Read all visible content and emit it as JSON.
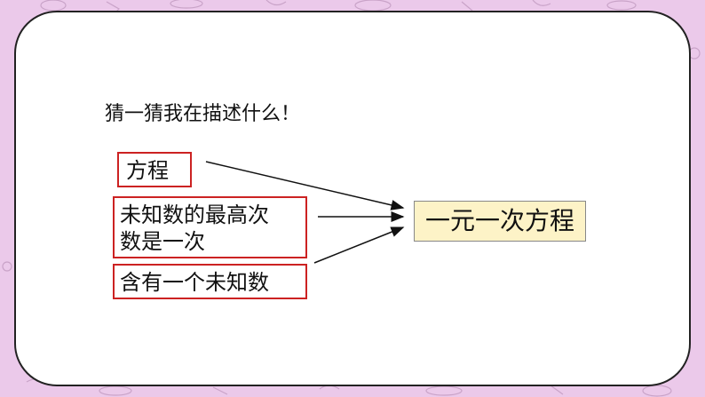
{
  "title": "猜一猜我在描述什么！",
  "clues": {
    "equation": "方程",
    "highest_degree_line1": "未知数的最高次",
    "highest_degree_line2": "数是一次",
    "one_unknown": "含有一个未知数"
  },
  "answer": "一元一次方程",
  "colors": {
    "background": "#ebc9ea",
    "clue_border": "#cc2222",
    "answer_fill": "#fdf3c7"
  }
}
